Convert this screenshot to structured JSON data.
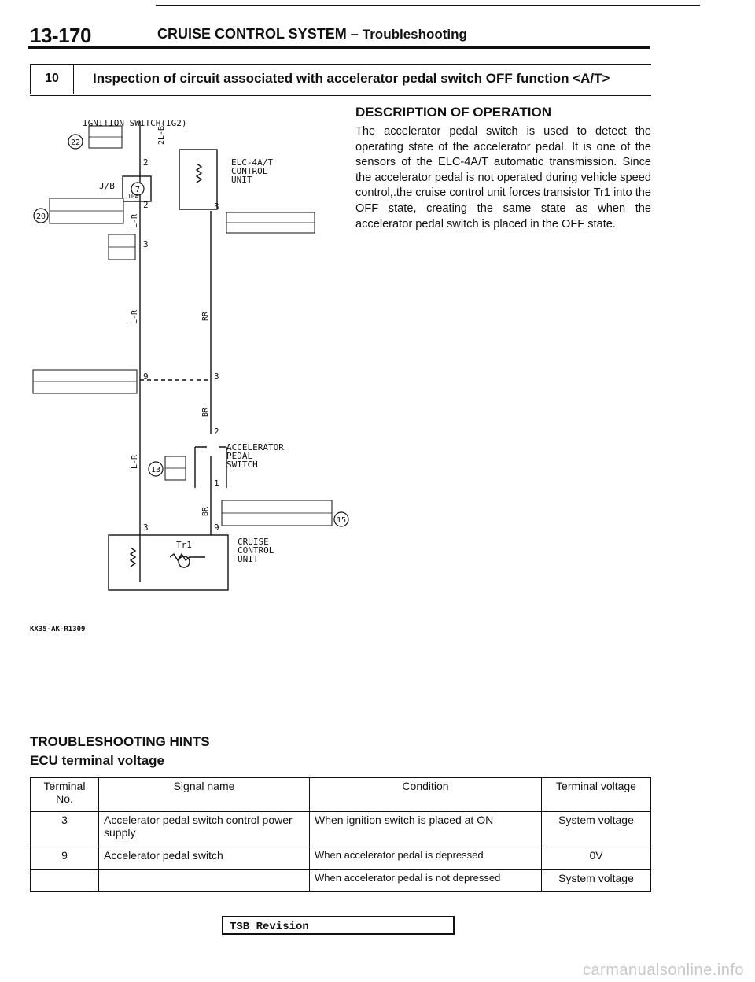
{
  "header": {
    "page_number": "13-170",
    "title": "CRUISE CONTROL SYSTEM",
    "dash": "–",
    "subtitle": "Troubleshooting"
  },
  "section": {
    "number": "10",
    "title": "Inspection of circuit associated with accelerator pedal switch OFF function <A/T>"
  },
  "diagram": {
    "ignition_label": "IGNITION SWITCH(IG2)",
    "connectors": [
      "22",
      "20",
      "7",
      "13",
      "15"
    ],
    "jb_label": "J/B",
    "fuse_label": "10A",
    "ecu_label": [
      "ELC-4A/T",
      "CONTROL",
      "UNIT"
    ],
    "pedal_label": [
      "ACCELERATOR",
      "PEDAL",
      "SWITCH"
    ],
    "cruise_label": [
      "CRUISE",
      "CONTROL",
      "UNIT"
    ],
    "transistor_label": "Tr1",
    "wire_colors": [
      "2L-B",
      "L-R",
      "L-R",
      "L-R",
      "RR",
      "BR",
      "BR"
    ],
    "pins": [
      "2",
      "2",
      "3",
      "3",
      "9",
      "3",
      "2",
      "1",
      "3",
      "9"
    ],
    "ref_code": "KX35-AK-R1309"
  },
  "description": {
    "title": "DESCRIPTION OF OPERATION",
    "body": "The accelerator pedal switch is used to detect the operating state of the accelerator pedal. It is one of the sensors of the ELC-4A/T automatic transmission. Since the accelerator pedal is not operated during vehicle speed control,.the cruise control unit forces transistor Tr1 into the OFF state, creating the same state as when the accelerator pedal switch is placed in the OFF state."
  },
  "hints": {
    "title": "TROUBLESHOOTING HINTS",
    "subtitle": "ECU terminal voltage"
  },
  "table": {
    "headers": {
      "terminal": "Terminal No.",
      "signal": "Signal name",
      "condition": "Condition",
      "voltage": "Terminal voltage"
    },
    "rows": [
      {
        "terminal": "3",
        "signal": "Accelerator pedal switch control power supply",
        "condition": "When ignition switch is placed at ON",
        "voltage": "System voltage"
      },
      {
        "terminal": "9",
        "signal": "Accelerator pedal switch",
        "condition": "When accelerator pedal is depressed",
        "voltage": "0V"
      },
      {
        "terminal": "",
        "signal": "",
        "condition": "When accelerator pedal is not depressed",
        "voltage": "System voltage"
      }
    ]
  },
  "footer": {
    "tsb": "TSB Revision",
    "watermark": "carmanualsonline.info"
  }
}
